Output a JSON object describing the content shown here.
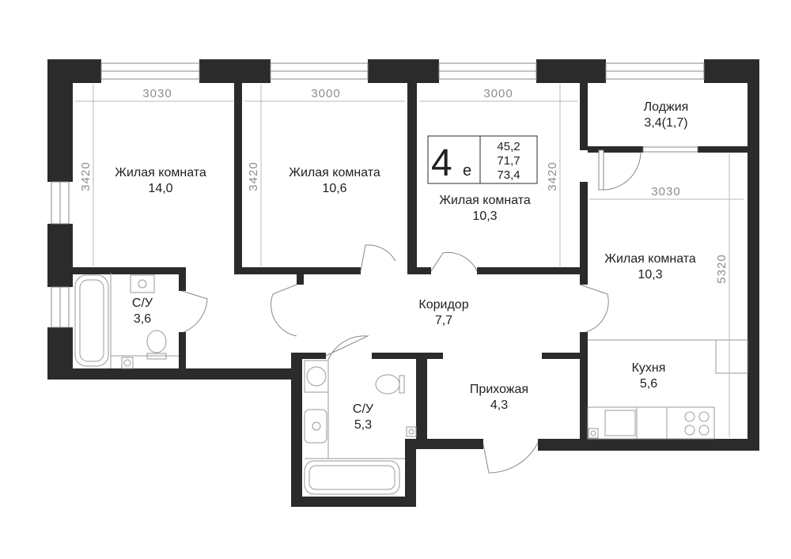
{
  "apartment": {
    "type_number": "4",
    "type_suffix": "е",
    "areas": [
      "45,2",
      "71,7",
      "73,4"
    ]
  },
  "rooms": [
    {
      "name": "Жилая комната",
      "area": "14,0"
    },
    {
      "name": "Жилая комната",
      "area": "10,6"
    },
    {
      "name": "Жилая комната",
      "area": "10,3"
    },
    {
      "name": "Лоджия",
      "area": "3,4(1,7)"
    },
    {
      "name": "Жилая комната",
      "area": "10,3"
    },
    {
      "name": "С/У",
      "area": "3,6"
    },
    {
      "name": "Коридор",
      "area": "7,7"
    },
    {
      "name": "С/У",
      "area": "5,3"
    },
    {
      "name": "Прихожая",
      "area": "4,3"
    },
    {
      "name": "Кухня",
      "area": "5,6"
    }
  ],
  "dimensions": {
    "room1_width": "3030",
    "room1_height": "3420",
    "room2_width": "3000",
    "room2_height": "3420",
    "room3_width": "3000",
    "room3_height": "3420",
    "room4_width": "3030",
    "room4_height": "5320"
  },
  "colors": {
    "wall": "#2b2b2b",
    "dimension": "#8c8c8c",
    "fixture": "#9a9a9a"
  }
}
